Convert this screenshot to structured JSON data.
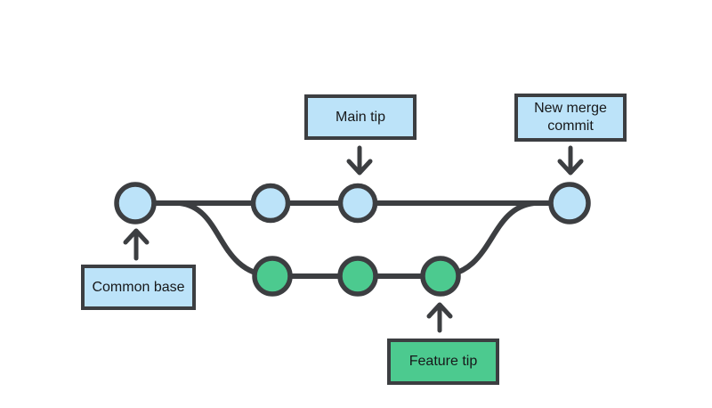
{
  "colors": {
    "background": "#FFFFFF",
    "commit_blue": "#BCE3F9",
    "commit_green": "#4CCA8F",
    "line": "#3C3E41",
    "text": "#17181A"
  },
  "labels": {
    "main_tip": "Main tip",
    "new_merge_commit": "New merge commit",
    "common_base": "Common base",
    "feature_tip": "Feature tip"
  },
  "diagram": {
    "kind": "git-branch-merge",
    "main_branch": {
      "node_color": "#BCE3F9",
      "node_count": 4
    },
    "feature_branch": {
      "node_color": "#4CCA8F",
      "node_count": 3,
      "diverges_after": "common base commit",
      "merges_into": "new merge commit"
    },
    "annotations": [
      {
        "text": "Main tip",
        "arrow_direction": "down",
        "target": "third main-branch commit"
      },
      {
        "text": "New merge commit",
        "arrow_direction": "down",
        "target": "last main-branch commit"
      },
      {
        "text": "Common base",
        "arrow_direction": "up",
        "target": "first main-branch commit"
      },
      {
        "text": "Feature tip",
        "arrow_direction": "up",
        "target": "last feature-branch commit"
      }
    ]
  }
}
